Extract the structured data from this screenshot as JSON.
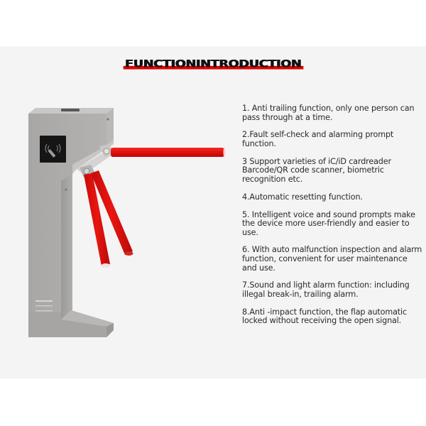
{
  "page": {
    "background_color": "#ffffff",
    "band_color": "#f4f4f4"
  },
  "heading": {
    "title": "FUNCTIONINTRODUCTION",
    "underline_color": "#e00000"
  },
  "illustration": {
    "subject": "tripod-turnstile",
    "body_color": "#aaa8a6",
    "arm_color": "#e01010",
    "reader_icon": "rfid-card-icon"
  },
  "features": [
    {
      "text": "1. Anti trailing function, only one person can pass through at a time."
    },
    {
      "text": "2.Fault self-check and alarming prompt function."
    },
    {
      "text": "3 Support varieties of iC/iD cardreader Barcode/QR code scanner, biometric recognition etc."
    },
    {
      "text": "4.Automatic resetting function."
    },
    {
      "text": "5. Intelligent voice and sound prompts make the device more user-friendly and easier to use."
    },
    {
      "text": "6. With auto malfunction inspection and alarm function, convenient for user maintenance and use."
    },
    {
      "text": "7.Sound and light alarm function: including illegal break-in, trailing alarm."
    },
    {
      "text": "8.Anti -impact function, the flap automatic locked without receiving the open signal."
    }
  ]
}
